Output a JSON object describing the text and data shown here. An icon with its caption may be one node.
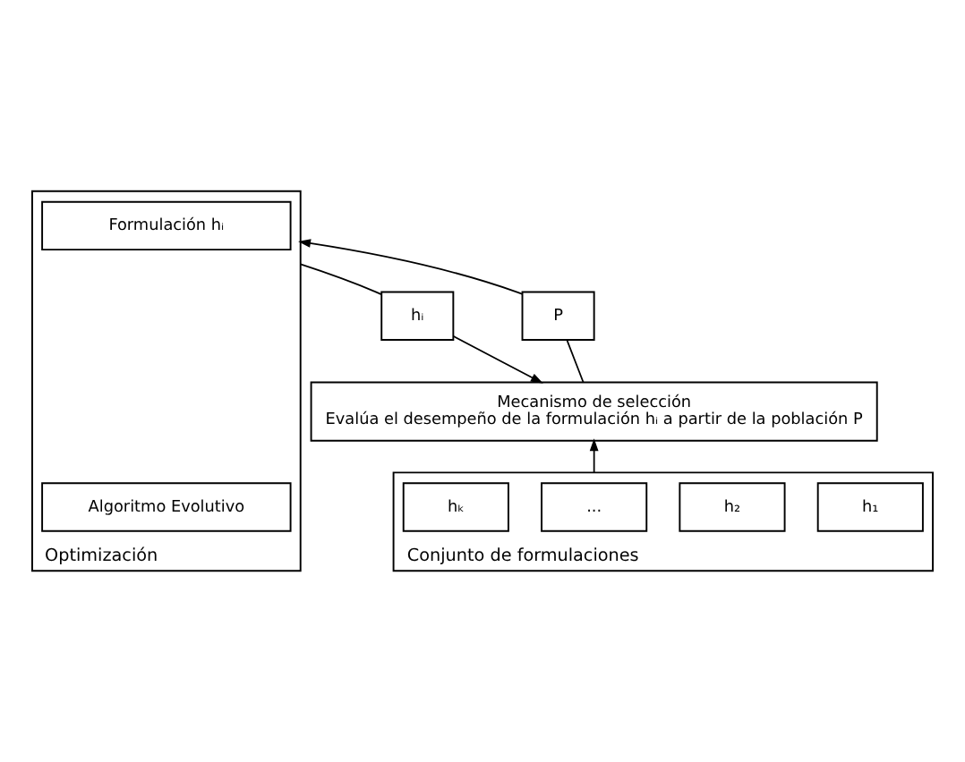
{
  "diagram": {
    "nodes": [
      {
        "text": [
          "Optimización"
        ]
      },
      {
        "text": [
          "Algoritmo Evolutivo"
        ],
        "in": 0
      },
      {
        "text": [
          "Formulación hᵢ"
        ],
        "in": 0
      },
      {
        "text": [
          "P"
        ]
      },
      {
        "text": [
          "hᵢ"
        ]
      },
      {
        "text": [
          "Mecanismo de selección",
          "Evalúa el desempeño de la formulación hᵢ a partir de la población P"
        ]
      },
      {
        "text": [
          "Conjunto de formulaciones"
        ]
      },
      {
        "text": [
          "h₁"
        ],
        "in": 6
      },
      {
        "text": [
          "h₂"
        ],
        "in": 6
      },
      {
        "text": [
          "..."
        ],
        "in": 6
      },
      {
        "text": [
          "hₖ"
        ],
        "in": 6
      }
    ],
    "edges": [
      {
        "from": 5,
        "to": 3,
        "arrow": "none"
      },
      {
        "from": 3,
        "to": 0,
        "arrow": "to"
      },
      {
        "from": 0,
        "to": 4,
        "arrow": "none"
      },
      {
        "from": 4,
        "to": 5,
        "arrow": "to"
      },
      {
        "from": 6,
        "to": 5,
        "arrow": "to"
      }
    ]
  }
}
